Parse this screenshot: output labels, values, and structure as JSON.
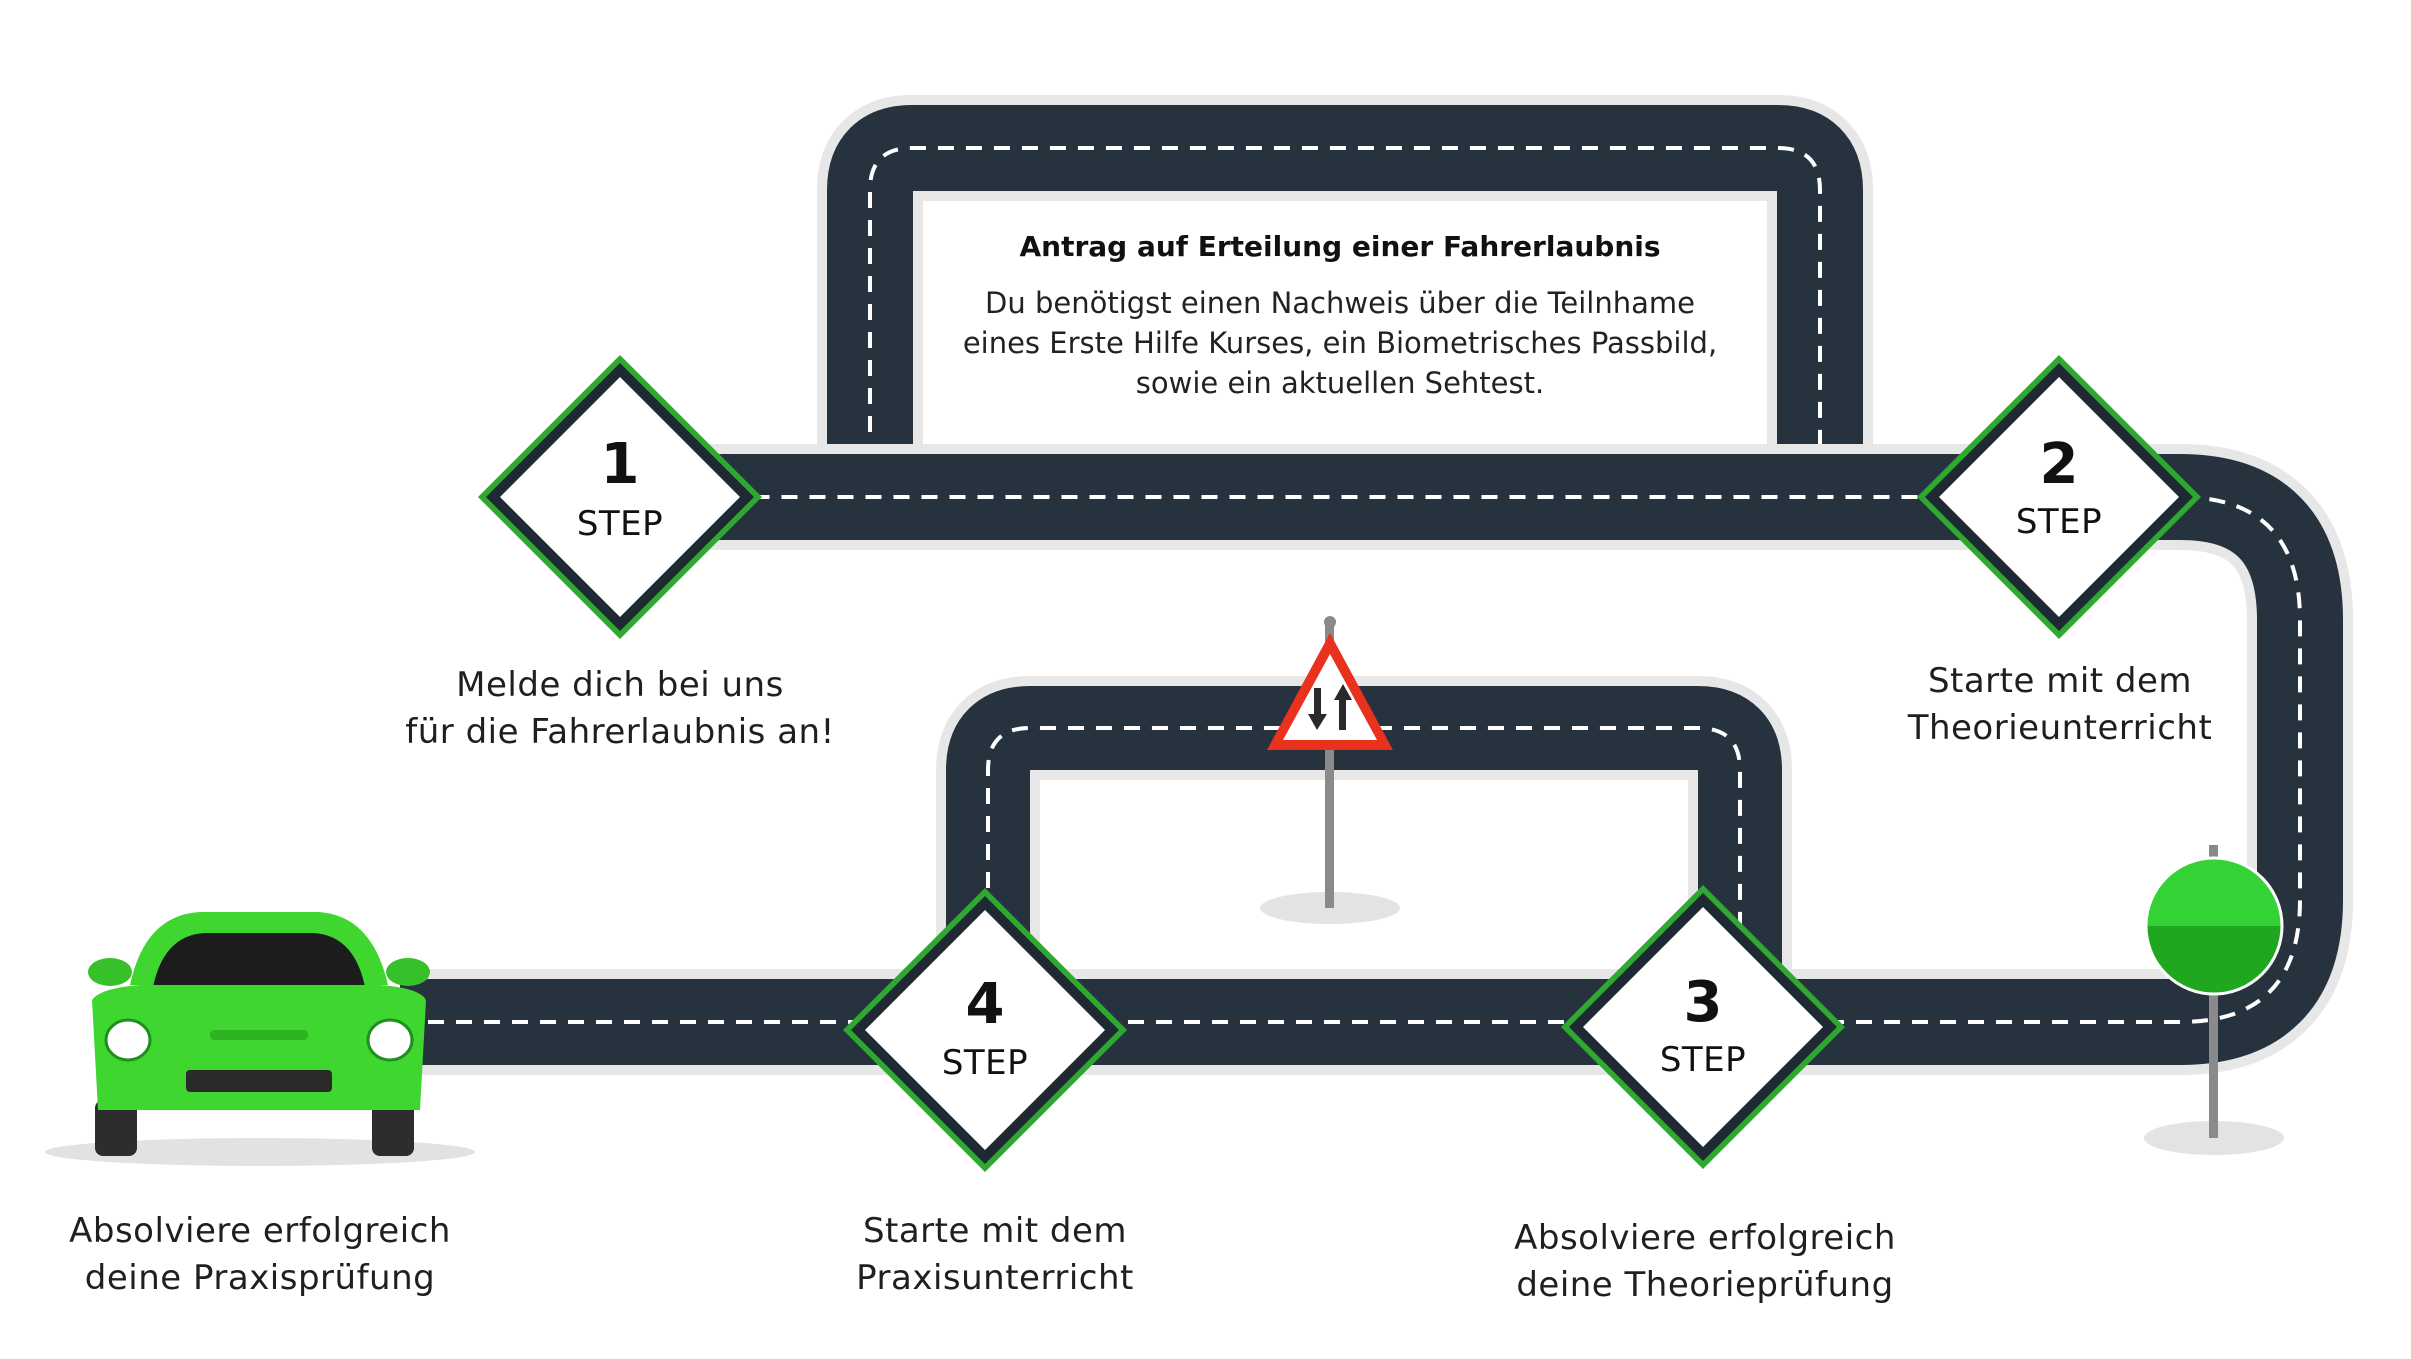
{
  "info": {
    "title": "Antrag auf Erteilung einer Fahrerlaubnis",
    "lines": [
      "Du benötigst einen Nachweis über die Teilnhame",
      "eines Erste Hilfe Kurses, ein Biometrisches Passbild,",
      "sowie ein aktuellen Sehtest."
    ]
  },
  "steps": [
    {
      "number": "1",
      "word": "STEP",
      "caption": [
        "Melde dich bei uns",
        "für die Fahrerlaubnis an!"
      ]
    },
    {
      "number": "2",
      "word": "STEP",
      "caption": [
        "Starte mit dem",
        "Theorieunterricht"
      ]
    },
    {
      "number": "3",
      "word": "STEP",
      "caption": [
        "Absolviere erfolgreich",
        "deine Theorieprüfung"
      ]
    },
    {
      "number": "4",
      "word": "STEP",
      "caption": [
        "Starte mit dem",
        "Praxisunterricht"
      ]
    }
  ],
  "final_caption": [
    "Absolviere erfolgreich",
    "deine Praxisprüfung"
  ],
  "colors": {
    "road": "#27323f",
    "road_shoulder": "#e7e7e7",
    "lane_marking": "#ffffff",
    "step_border": "#2ea82e",
    "car_body": "#3fd62f",
    "warning_red": "#e8321e",
    "green_sign": "#2ccd2c"
  },
  "icons": [
    "car-icon",
    "warning-sign-icon",
    "green-round-sign-icon"
  ]
}
